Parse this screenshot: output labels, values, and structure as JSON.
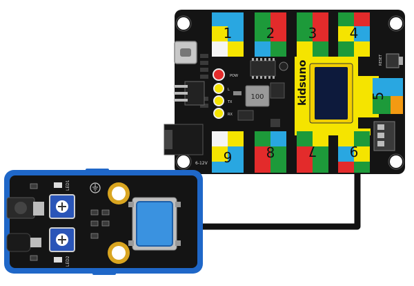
{
  "board": {
    "brand": "kidsuno",
    "reset_label": "RESET",
    "power_label": "6-12V",
    "pow_label": "POW",
    "l_label": "L",
    "tx_label": "TX",
    "rx_label": "RX",
    "inductor_label": "100",
    "ports_top": [
      "1",
      "2",
      "3",
      "4"
    ],
    "port_right": "5",
    "ports_bottom": [
      "6",
      "8",
      "7",
      "9"
    ]
  },
  "sensor": {
    "led1_label": "LED1",
    "led2_label": "LED2"
  },
  "colors": {
    "board_black": "#141414",
    "wire": "#111111",
    "yellow": "#f5e400",
    "red": "#e32b2b",
    "green": "#1d9a3a",
    "blue": "#29a7e1",
    "white": "#f4f4f4",
    "orange": "#f39a12",
    "oled_blue": "#0d1a3c",
    "module_blue": "#1f67c8",
    "button_blue": "#3a92e0"
  }
}
